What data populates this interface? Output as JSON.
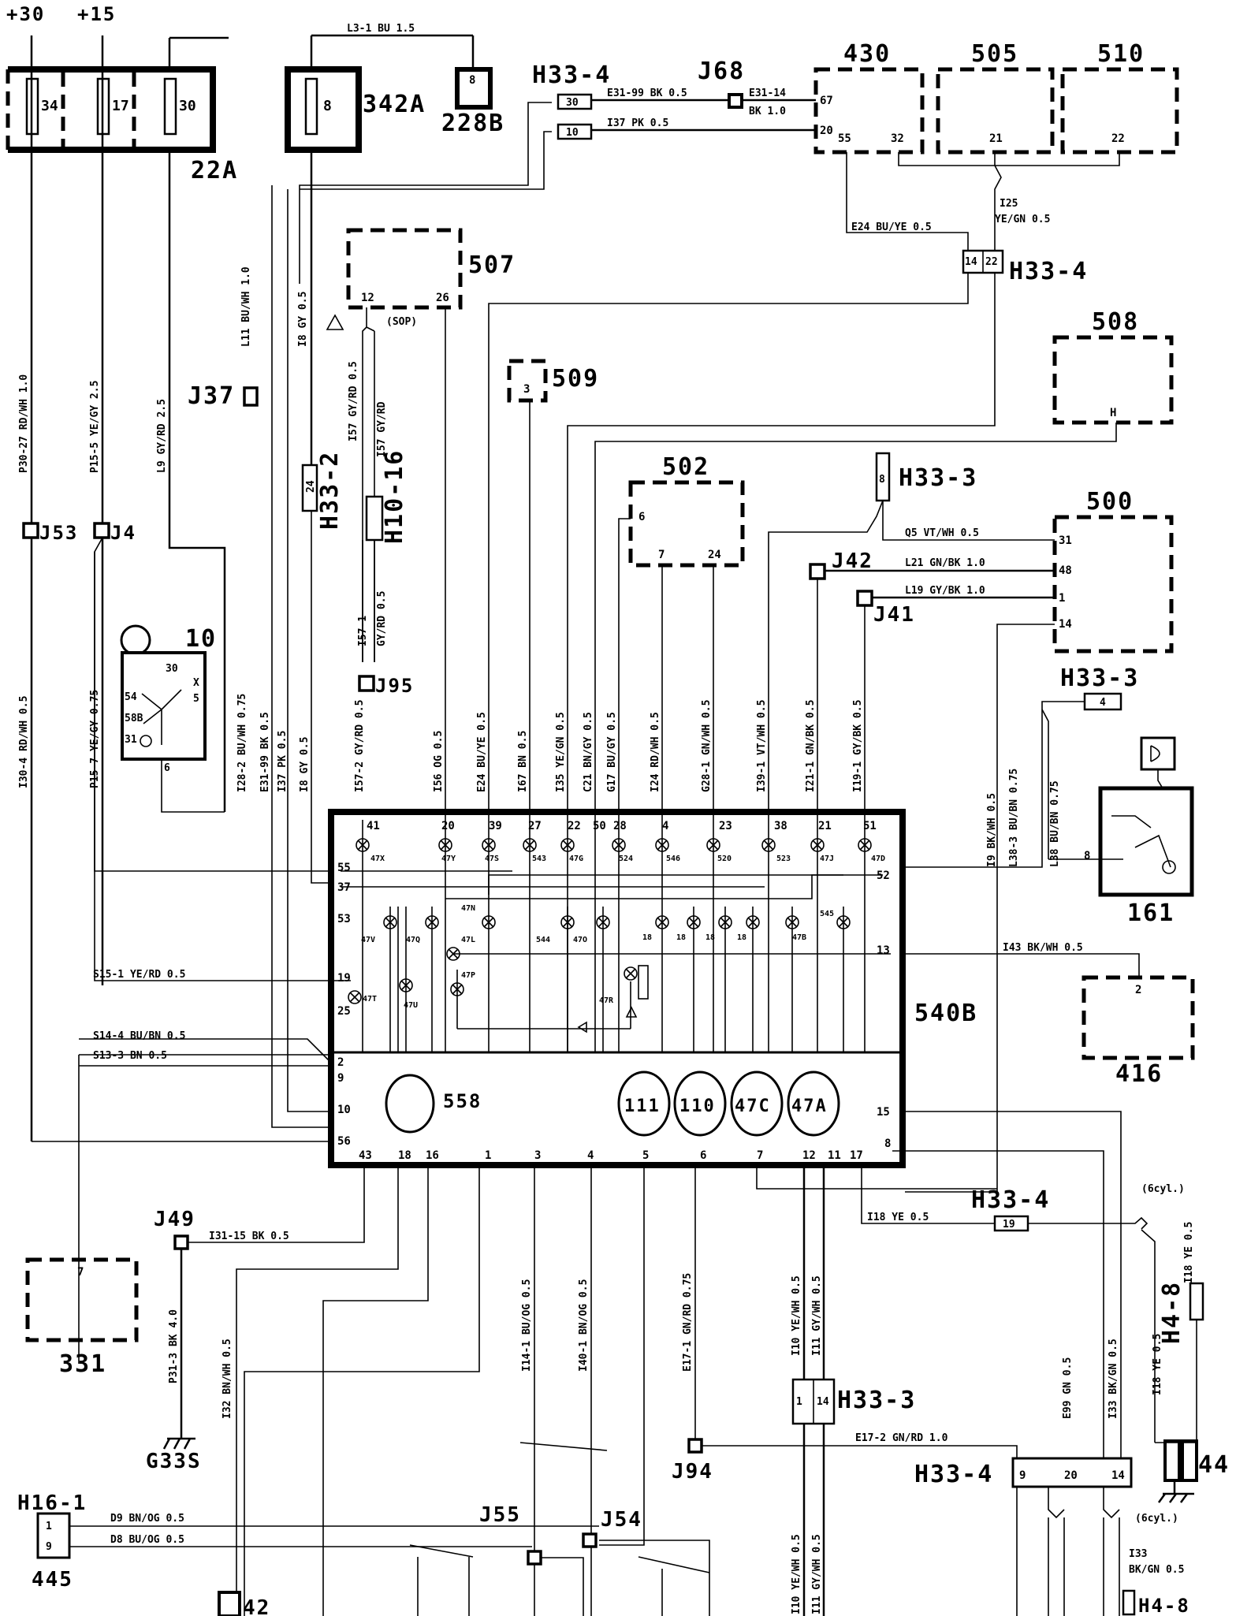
{
  "supply": {
    "plus30": "+30",
    "plus15": "+15"
  },
  "fusebox": {
    "label": "22A",
    "fuses": [
      "34",
      "17",
      "30"
    ],
    "fuse_8": "8",
    "fuse_8_box": "342A"
  },
  "components": {
    "c228b": {
      "label": "228B",
      "pin": "8"
    },
    "c430": {
      "label": "430",
      "pins": [
        "67",
        "20",
        "55",
        "32"
      ]
    },
    "c505": {
      "label": "505",
      "pin": "21"
    },
    "c510": {
      "label": "510",
      "pin": "22"
    },
    "c507": {
      "label": "507",
      "pins": [
        "12",
        "26"
      ],
      "note": "(SOP)"
    },
    "c509": {
      "label": "509",
      "pin": "3"
    },
    "c508": {
      "label": "508",
      "pin": "H"
    },
    "c502": {
      "label": "502",
      "pins": [
        "6",
        "7",
        "24"
      ]
    },
    "c500": {
      "label": "500",
      "pins": [
        "31",
        "48",
        "1",
        "14"
      ]
    },
    "c10": {
      "label": "10",
      "pins": [
        "30",
        "X",
        "54",
        "58B",
        "31",
        "5",
        "6"
      ]
    },
    "c161": {
      "label": "161",
      "pin": "8"
    },
    "c416": {
      "label": "416",
      "pin": "2"
    },
    "c331": {
      "label": "331",
      "pin": "7"
    },
    "c540b": {
      "label": "540B"
    },
    "c445": {
      "label": "445"
    },
    "c42": {
      "label": "42"
    },
    "c44": {
      "label": "44"
    },
    "g33s": {
      "label": "G33S"
    }
  },
  "gauges": [
    "558",
    "111",
    "110",
    "47C",
    "47A"
  ],
  "connectors": {
    "h33_4_top": {
      "label": "H33-4",
      "pins": [
        "30",
        "10"
      ]
    },
    "j68": "J68",
    "h33_4_mid": {
      "label": "H33-4",
      "pins": [
        "14",
        "22"
      ]
    },
    "h33_2": {
      "label": "H33-2",
      "pin": "24"
    },
    "h10_16": {
      "label": "H10-16"
    },
    "h33_3_top": {
      "label": "H33-3",
      "pin": "8"
    },
    "h33_3_right": {
      "label": "H33-3",
      "pin": "4"
    },
    "j37": "J37",
    "j53": "J53",
    "j4": "J4",
    "j95": "J95",
    "j42": "J42",
    "j41": "J41",
    "j49": "J49",
    "j94": "J94",
    "j55": "J55",
    "j54": "J54",
    "h33_4_low": {
      "label": "H33-4",
      "pin": "19"
    },
    "h33_3_low": {
      "label": "H33-3",
      "pins": [
        "1",
        "14"
      ]
    },
    "h33_4_bot": {
      "label": "H33-4",
      "pins": [
        "9",
        "20",
        "14"
      ]
    },
    "h4_8": {
      "label": "H4-8"
    },
    "h4_8_bot": {
      "label": "H4-8"
    },
    "h16_1": {
      "label": "H16-1",
      "pins": [
        "1",
        "9"
      ]
    },
    "six_cyl": "(6cyl.)"
  },
  "wires": {
    "l3_1": "L3-1 BU 1.5",
    "e31_99": "E31-99 BK 0.5",
    "e31_14": "E31-14",
    "bk10": "BK 1.0",
    "i37": "I37 PK 0.5",
    "i25": "I25",
    "ye_gn": "YE/GN 0.5",
    "e24_top": "E24 BU/YE 0.5",
    "p30_27": "P30-27 RD/WH 1.0",
    "p15_5": "P15-5 YE/GY 2.5",
    "l9": "L9 GY/RD 2.5",
    "l11": "L11 BU/WH 1.0",
    "i8": "I8 GY 0.5",
    "i57a": "I57 GY/RD 0.5",
    "i57b": "I57 GY/RD",
    "i57_1": "I57-1",
    "gyrd05": "GY/RD 0.5",
    "q5": "Q5 VT/WH 0.5",
    "l21": "L21 GN/BK 1.0",
    "l19": "L19 GY/BK 1.0",
    "i30_4": "I30-4 RD/WH 0.5",
    "p15_7": "P15-7 YE/GY 0.75",
    "i28_2": "I28-2 BU/WH 0.75",
    "e31_99b": "E31-99 BK 0.5",
    "i37b": "I37 PK 0.5",
    "i8b": "I8 GY 0.5",
    "i57_2": "I57-2 GY/RD 0.5",
    "i56": "I56 OG 0.5",
    "e24": "E24 BU/YE 0.5",
    "i67": "I67 BN 0.5",
    "i35": "I35 YE/GN 0.5",
    "c21": "C21 BN/GY 0.5",
    "g17": "G17 BU/GY 0.5",
    "i24": "I24 RD/WH 0.5",
    "g28_1": "G28-1 GN/WH 0.5",
    "i39_1": "I39-1 VT/WH 0.5",
    "i21_1": "I21-1 GN/BK 0.5",
    "i19_1": "I19-1 GY/BK 0.5",
    "i9": "I9 BK/WH 0.5",
    "l38_3": "L38-3 BU/BN 0.75",
    "l38": "L38 BU/BN 0.75",
    "i43": "I43 BK/WH 0.5",
    "s15_1": "S15-1 YE/RD 0.5",
    "s14_4": "S14-4 BU/BN 0.5",
    "s13_3": "S13-3 BN 0.5",
    "i31_15": "I31-15 BK 0.5",
    "p31_3": "P31-3 BK 4.0",
    "i32": "I32 BN/WH 0.5",
    "i14_1": "I14-1 BU/OG 0.5",
    "i40_1": "I40-1 BN/OG 0.5",
    "e17_1": "E17-1 GN/RD 0.75",
    "i10": "I10 YE/WH 0.5",
    "i11": "I11 GY/WH 0.5",
    "i18": "I18 YE 0.5",
    "i18_v": "I18 YE 0.5",
    "i18_h": "I18 YE 0.5",
    "e17_2": "E17-2 GN/RD 1.0",
    "e99": "E99 GN 0.5",
    "i33": "I33 BK/GN 0.5",
    "d9": "D9 BN/OG 0.5",
    "d8": "D8 BU/OG 0.5",
    "i33_bot": "I33",
    "bkgn": "BK/GN 0.5",
    "bot_yewh": "I10 YE/WH 0.5",
    "bot_gywh": "I11 GY/WH 0.5"
  },
  "cluster": {
    "top_pins": [
      "41",
      "20",
      "39",
      "27",
      "22",
      "50",
      "28",
      "4",
      "23",
      "38",
      "21",
      "51"
    ],
    "left_pins": [
      "55",
      "37",
      "53",
      "19",
      "25",
      "2",
      "9",
      "10",
      "56"
    ],
    "right_pins": [
      "52",
      "13",
      "15",
      "8"
    ],
    "bottom_pins": [
      "43",
      "18",
      "16",
      "1",
      "3",
      "4",
      "5",
      "6",
      "7",
      "12",
      "11",
      "17"
    ],
    "lamps_top": [
      "47X",
      "47Y",
      "47S",
      "543",
      "47G",
      "524",
      "546",
      "520",
      "523",
      "47J",
      "47D"
    ],
    "lamps_mid": [
      "47V",
      "47Q",
      "47N",
      "47L",
      "544",
      "47O",
      "18",
      "18",
      "18",
      "18",
      "47B",
      "545"
    ],
    "lamps_low": [
      "47T",
      "47U",
      "47P",
      "47R"
    ]
  }
}
